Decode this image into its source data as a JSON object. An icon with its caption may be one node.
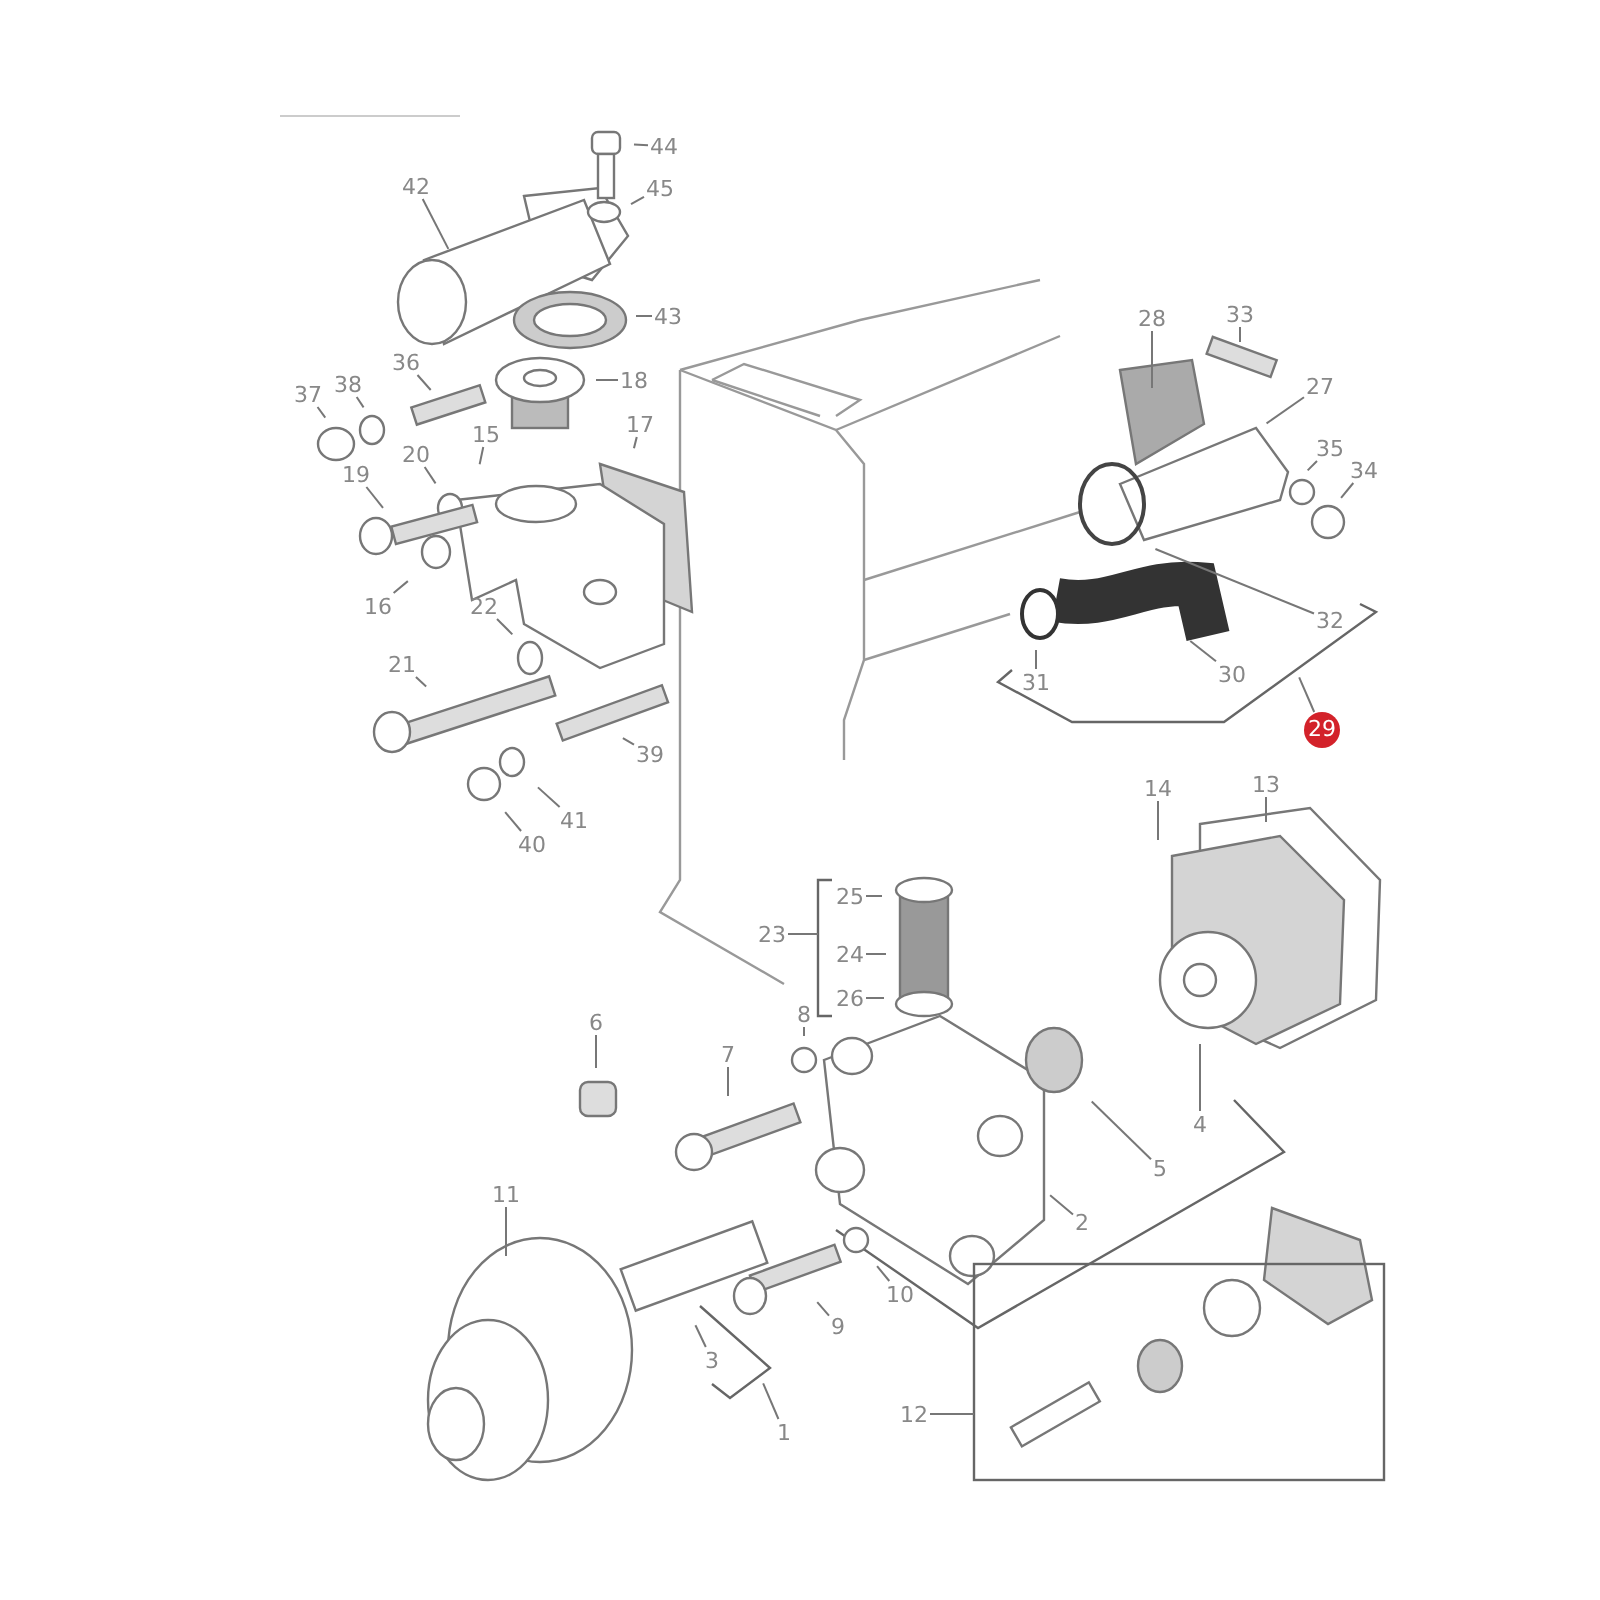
{
  "diagram": {
    "nodes": [
      {
        "text": [
          "44"
        ]
      },
      {
        "text": [
          "45"
        ]
      },
      {
        "text": [
          "42"
        ]
      },
      {
        "text": [
          "43"
        ]
      },
      {
        "text": [
          "28"
        ]
      },
      {
        "text": [
          "33"
        ]
      },
      {
        "text": [
          "36"
        ]
      },
      {
        "text": [
          "18"
        ]
      },
      {
        "text": [
          "27"
        ]
      },
      {
        "text": [
          "38"
        ]
      },
      {
        "text": [
          "37"
        ]
      },
      {
        "text": [
          "17"
        ]
      },
      {
        "text": [
          "15"
        ]
      },
      {
        "text": [
          "35"
        ]
      },
      {
        "text": [
          "20"
        ]
      },
      {
        "text": [
          "34"
        ]
      },
      {
        "text": [
          "19"
        ]
      },
      {
        "text": [
          "16"
        ]
      },
      {
        "text": [
          "22"
        ]
      },
      {
        "text": [
          "32"
        ]
      },
      {
        "text": [
          "21"
        ]
      },
      {
        "text": [
          "30"
        ]
      },
      {
        "text": [
          "31"
        ]
      },
      {
        "text": [
          "29"
        ]
      },
      {
        "text": [
          "39"
        ]
      },
      {
        "text": [
          "14"
        ]
      },
      {
        "text": [
          "13"
        ]
      },
      {
        "text": [
          "41"
        ]
      },
      {
        "text": [
          "40"
        ]
      },
      {
        "text": [
          "25"
        ]
      },
      {
        "text": [
          "23"
        ]
      },
      {
        "text": [
          "24"
        ]
      },
      {
        "text": [
          "26"
        ]
      },
      {
        "text": [
          "8"
        ]
      },
      {
        "text": [
          "6"
        ]
      },
      {
        "text": [
          "7"
        ]
      },
      {
        "text": [
          "4"
        ]
      },
      {
        "text": [
          "5"
        ]
      },
      {
        "text": [
          "11"
        ]
      },
      {
        "text": [
          "2"
        ]
      },
      {
        "text": [
          "10"
        ]
      },
      {
        "text": [
          "9"
        ]
      },
      {
        "text": [
          "3"
        ]
      },
      {
        "text": [
          "12"
        ]
      },
      {
        "text": [
          "1"
        ]
      },
      {
        "text": [],
        "shape": "bracket"
      },
      {
        "text": [],
        "shape": "box"
      }
    ],
    "edges": [
      {
        "from": 0,
        "to": null,
        "arrow": "none"
      },
      {
        "from": 1,
        "to": null,
        "arrow": "none"
      },
      {
        "from": 2,
        "to": null,
        "arrow": "none"
      },
      {
        "from": 3,
        "to": null,
        "arrow": "none"
      },
      {
        "from": 4,
        "to": null,
        "arrow": "none"
      },
      {
        "from": 5,
        "to": null,
        "arrow": "none"
      },
      {
        "from": 6,
        "to": null,
        "arrow": "none"
      },
      {
        "from": 7,
        "to": null,
        "arrow": "none"
      },
      {
        "from": 8,
        "to": null,
        "arrow": "none"
      },
      {
        "from": 9,
        "to": null,
        "arrow": "none"
      },
      {
        "from": 10,
        "to": null,
        "arrow": "none"
      },
      {
        "from": 11,
        "to": null,
        "arrow": "none"
      },
      {
        "from": 12,
        "to": null,
        "arrow": "none"
      },
      {
        "from": 13,
        "to": null,
        "arrow": "none"
      },
      {
        "from": 14,
        "to": null,
        "arrow": "none"
      },
      {
        "from": 15,
        "to": null,
        "arrow": "none"
      },
      {
        "from": 16,
        "to": null,
        "arrow": "none"
      },
      {
        "from": 17,
        "to": null,
        "arrow": "none"
      },
      {
        "from": 18,
        "to": null,
        "arrow": "none"
      },
      {
        "from": 19,
        "to": null,
        "arrow": "none"
      },
      {
        "from": 20,
        "to": null,
        "arrow": "none"
      },
      {
        "from": 21,
        "to": null,
        "arrow": "none"
      },
      {
        "from": 22,
        "to": null,
        "arrow": "none"
      },
      {
        "from": 23,
        "to": null,
        "arrow": "none"
      },
      {
        "from": 24,
        "to": null,
        "arrow": "none"
      },
      {
        "from": 25,
        "to": null,
        "arrow": "none"
      },
      {
        "from": 26,
        "to": null,
        "arrow": "none"
      },
      {
        "from": 27,
        "to": null,
        "arrow": "none"
      },
      {
        "from": 28,
        "to": null,
        "arrow": "none"
      },
      {
        "from": 29,
        "to": null,
        "arrow": "none"
      },
      {
        "from": 30,
        "to": 45,
        "arrow": "none"
      },
      {
        "from": 31,
        "to": null,
        "arrow": "none"
      },
      {
        "from": 32,
        "to": null,
        "arrow": "none"
      },
      {
        "from": 33,
        "to": null,
        "arrow": "none"
      },
      {
        "from": 34,
        "to": null,
        "arrow": "none"
      },
      {
        "from": 35,
        "to": null,
        "arrow": "none"
      },
      {
        "from": 36,
        "to": null,
        "arrow": "none"
      },
      {
        "from": 37,
        "to": null,
        "arrow": "none"
      },
      {
        "from": 38,
        "to": null,
        "arrow": "none"
      },
      {
        "from": 39,
        "to": null,
        "arrow": "none"
      },
      {
        "from": 40,
        "to": null,
        "arrow": "none"
      },
      {
        "from": 41,
        "to": null,
        "arrow": "none"
      },
      {
        "from": 42,
        "to": null,
        "arrow": "none"
      },
      {
        "from": 43,
        "to": 46,
        "arrow": "none"
      },
      {
        "from": 44,
        "to": null,
        "arrow": "none"
      }
    ]
  }
}
